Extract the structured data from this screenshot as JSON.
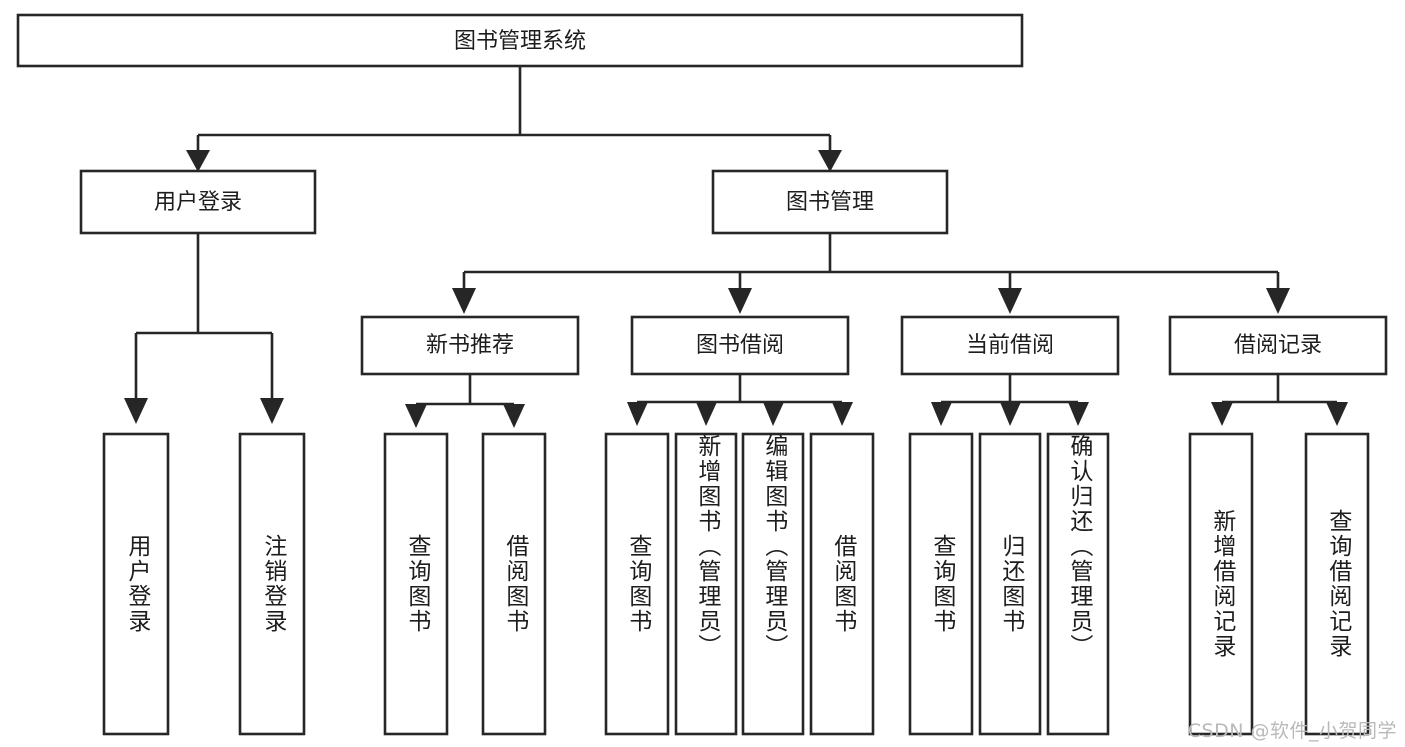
{
  "diagram": {
    "type": "hierarchy-tree",
    "title": "图书管理系统",
    "watermark": "CSDN @软件_小贺同学",
    "colors": {
      "box_stroke": "#262626",
      "box_fill": "#ffffff",
      "text": "#1d1d1d",
      "canvas": "#ffffff",
      "watermark": "#b9b9b9"
    },
    "levels": {
      "root": "图书管理系统",
      "level2": [
        "用户登录",
        "图书管理"
      ],
      "level3": [
        "新书推荐",
        "图书借阅",
        "当前借阅",
        "借阅记录"
      ],
      "leaves": [
        "用户登录",
        "注销登录",
        "查询图书",
        "借阅图书",
        "查询图书",
        "新增图书（管理员）",
        "编辑图书（管理员）",
        "借阅图书",
        "查询图书",
        "归还图书",
        "确认归还（管理员）",
        "新增借阅记录",
        "查询借阅记录"
      ]
    },
    "nodes": {
      "root": {
        "label": "图书管理系统"
      },
      "user_login": {
        "label": "用户登录"
      },
      "book_manage": {
        "label": "图书管理"
      },
      "new_book_rec": {
        "label": "新书推荐"
      },
      "book_borrow": {
        "label": "图书借阅"
      },
      "current_borrow": {
        "label": "当前借阅"
      },
      "borrow_record": {
        "label": "借阅记录"
      },
      "leaf_user_login": {
        "label": "用户登录"
      },
      "leaf_logout": {
        "label": "注销登录"
      },
      "leaf_query_book_a": {
        "label": "查询图书"
      },
      "leaf_borrow_book_a": {
        "label": "借阅图书"
      },
      "leaf_query_book_b": {
        "label": "查询图书"
      },
      "leaf_add_book": {
        "label": "新增图书（管理员）"
      },
      "leaf_edit_book": {
        "label": "编辑图书（管理员）"
      },
      "leaf_borrow_book_b": {
        "label": "借阅图书"
      },
      "leaf_query_book_c": {
        "label": "查询图书"
      },
      "leaf_return_book": {
        "label": "归还图书"
      },
      "leaf_confirm_return": {
        "label": "确认归还（管理员）"
      },
      "leaf_add_record": {
        "label": "新增借阅记录"
      },
      "leaf_query_record": {
        "label": "查询借阅记录"
      }
    }
  }
}
